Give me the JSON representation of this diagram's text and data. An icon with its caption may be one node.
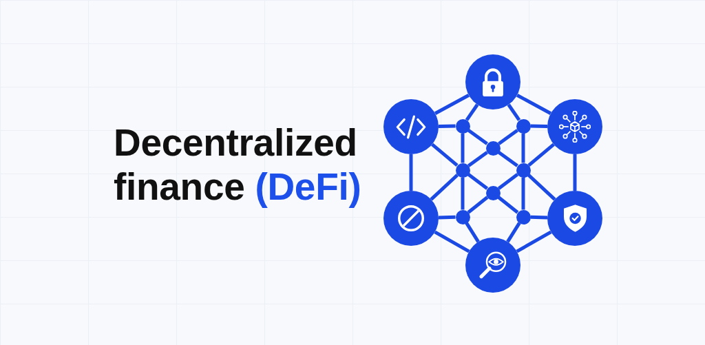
{
  "diagram": {
    "title": "Decentralized finance (DeFi)",
    "nodes": [
      {
        "text": [],
        "shape": "circle"
      },
      {
        "text": [],
        "shape": "circle"
      },
      {
        "text": [],
        "shape": "dot"
      },
      {
        "text": [],
        "shape": "dot"
      },
      {
        "text": [],
        "shape": "circle"
      },
      {
        "text": [],
        "shape": "dot"
      },
      {
        "text": [],
        "shape": "dot"
      },
      {
        "text": [],
        "shape": "dot"
      },
      {
        "text": [],
        "shape": "dot"
      },
      {
        "text": [],
        "shape": "circle"
      },
      {
        "text": [],
        "shape": "dot"
      },
      {
        "text": [],
        "shape": "dot"
      },
      {
        "text": [],
        "shape": "circle"
      },
      {
        "text": [],
        "shape": "circle"
      }
    ],
    "edges": [
      {
        "from": 0,
        "to": 1,
        "arrow": "none"
      },
      {
        "from": 0,
        "to": 4,
        "arrow": "none"
      },
      {
        "from": 0,
        "to": 2,
        "arrow": "none"
      },
      {
        "from": 0,
        "to": 3,
        "arrow": "none"
      },
      {
        "from": 1,
        "to": 2,
        "arrow": "none"
      },
      {
        "from": 3,
        "to": 4,
        "arrow": "none"
      },
      {
        "from": 2,
        "to": 5,
        "arrow": "none"
      },
      {
        "from": 3,
        "to": 5,
        "arrow": "none"
      },
      {
        "from": 2,
        "to": 6,
        "arrow": "none"
      },
      {
        "from": 3,
        "to": 7,
        "arrow": "none"
      },
      {
        "from": 1,
        "to": 6,
        "arrow": "none"
      },
      {
        "from": 4,
        "to": 7,
        "arrow": "none"
      },
      {
        "from": 1,
        "to": 9,
        "arrow": "none"
      },
      {
        "from": 4,
        "to": 12,
        "arrow": "none"
      },
      {
        "from": 5,
        "to": 6,
        "arrow": "none"
      },
      {
        "from": 5,
        "to": 7,
        "arrow": "none"
      },
      {
        "from": 6,
        "to": 8,
        "arrow": "none"
      },
      {
        "from": 7,
        "to": 8,
        "arrow": "none"
      },
      {
        "from": 6,
        "to": 10,
        "arrow": "none"
      },
      {
        "from": 7,
        "to": 11,
        "arrow": "none"
      },
      {
        "from": 6,
        "to": 9,
        "arrow": "none"
      },
      {
        "from": 7,
        "to": 12,
        "arrow": "none"
      },
      {
        "from": 8,
        "to": 10,
        "arrow": "none"
      },
      {
        "from": 8,
        "to": 11,
        "arrow": "none"
      },
      {
        "from": 9,
        "to": 10,
        "arrow": "none"
      },
      {
        "from": 11,
        "to": 12,
        "arrow": "none"
      },
      {
        "from": 10,
        "to": 13,
        "arrow": "none"
      },
      {
        "from": 11,
        "to": 13,
        "arrow": "none"
      },
      {
        "from": 9,
        "to": 13,
        "arrow": "none"
      },
      {
        "from": 12,
        "to": 13,
        "arrow": "none"
      }
    ]
  }
}
